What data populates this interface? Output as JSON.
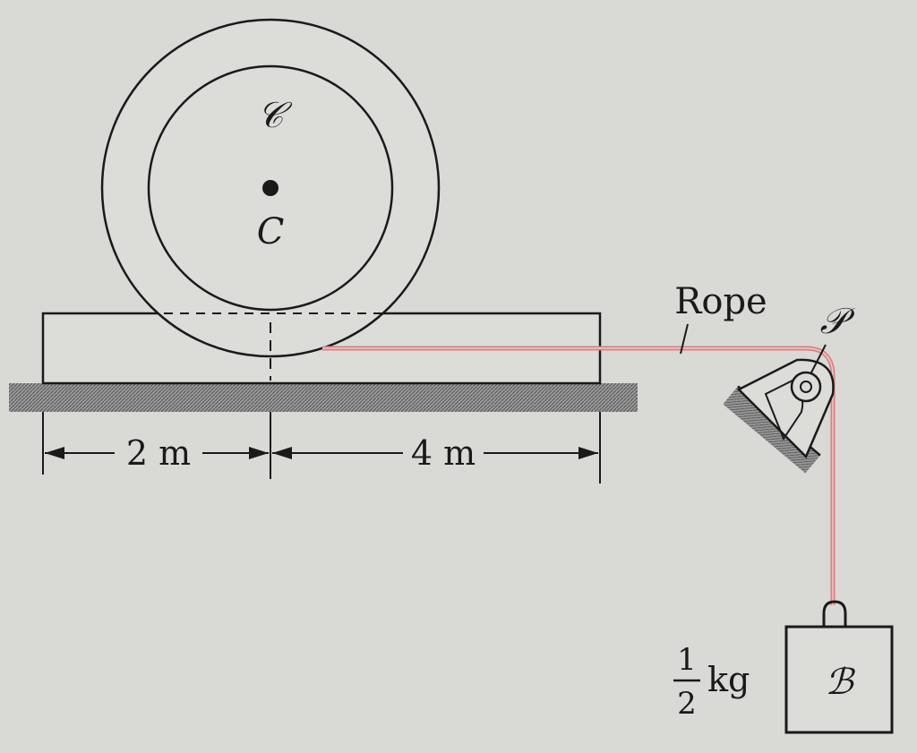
{
  "colors": {
    "background": "#d9d9d6",
    "ink": "#1a1a1a",
    "rope": "#d98080",
    "ground": "#8a8a8a"
  },
  "labels": {
    "wheel_script": "𝒞",
    "center_point": "C",
    "rope": "Rope",
    "pulley": "𝒫",
    "block": "ℬ",
    "mass_numerator": "1",
    "mass_denominator": "2",
    "mass_unit": "kg",
    "dim_left": "2 m",
    "dim_right": "4 m"
  }
}
